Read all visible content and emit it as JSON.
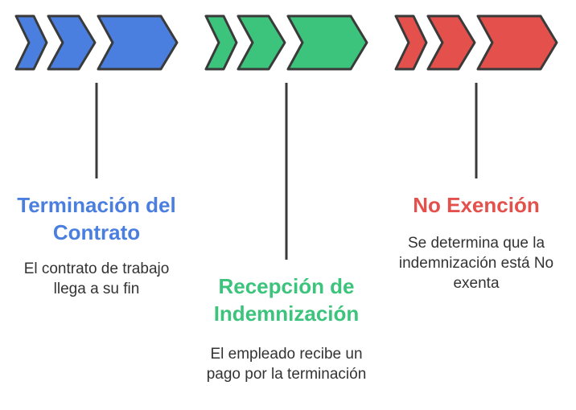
{
  "stages": [
    {
      "title": "Terminación del Contrato",
      "description": "El contrato de trabajo llega a su fin",
      "color": "#4A7FE0"
    },
    {
      "title": "Recepción de Indemnización",
      "description": "El empleado recibe un pago por la terminación",
      "color": "#3CC47C"
    },
    {
      "title": "No Exención",
      "description": "Se determina que la indemnización está No exenta",
      "color": "#E4514C"
    }
  ],
  "colors": {
    "outline": "#3A3A3A",
    "connector": "#3A3A3A",
    "text": "#333333"
  }
}
